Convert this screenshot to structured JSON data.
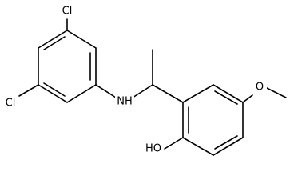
{
  "diagram": {
    "type": "skeletal-structure",
    "atom_labels": {
      "cl_top": "Cl",
      "cl_left": "Cl",
      "nh": "NH",
      "oh": "HO",
      "o_methoxy": "O"
    }
  }
}
